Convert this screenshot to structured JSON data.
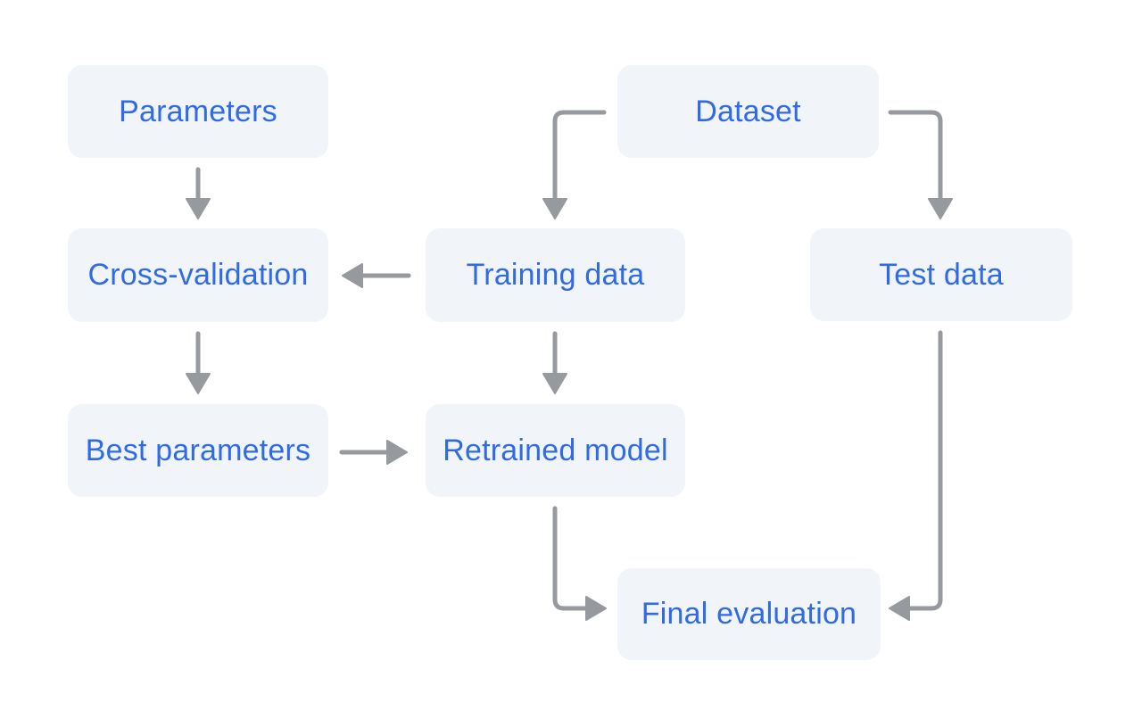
{
  "diagram": {
    "type": "flowchart",
    "nodes": {
      "parameters": {
        "label": "Parameters"
      },
      "dataset": {
        "label": "Dataset"
      },
      "cross_validation": {
        "label": "Cross-validation"
      },
      "training_data": {
        "label": "Training data"
      },
      "test_data": {
        "label": "Test data"
      },
      "best_parameters": {
        "label": "Best parameters"
      },
      "retrained_model": {
        "label": "Retrained model"
      },
      "final_evaluation": {
        "label": "Final evaluation"
      }
    },
    "edges": [
      {
        "from": "Parameters",
        "to": "Cross-validation"
      },
      {
        "from": "Dataset",
        "to": "Training data"
      },
      {
        "from": "Dataset",
        "to": "Test data"
      },
      {
        "from": "Training data",
        "to": "Cross-validation"
      },
      {
        "from": "Cross-validation",
        "to": "Best parameters"
      },
      {
        "from": "Training data",
        "to": "Retrained model"
      },
      {
        "from": "Best parameters",
        "to": "Retrained model"
      },
      {
        "from": "Retrained model",
        "to": "Final evaluation"
      },
      {
        "from": "Test data",
        "to": "Final evaluation"
      }
    ],
    "colors": {
      "node_background": "#f1f4f9",
      "node_text": "#2f6be6",
      "arrow": "#96999e",
      "page_background": "#ffffff"
    }
  }
}
